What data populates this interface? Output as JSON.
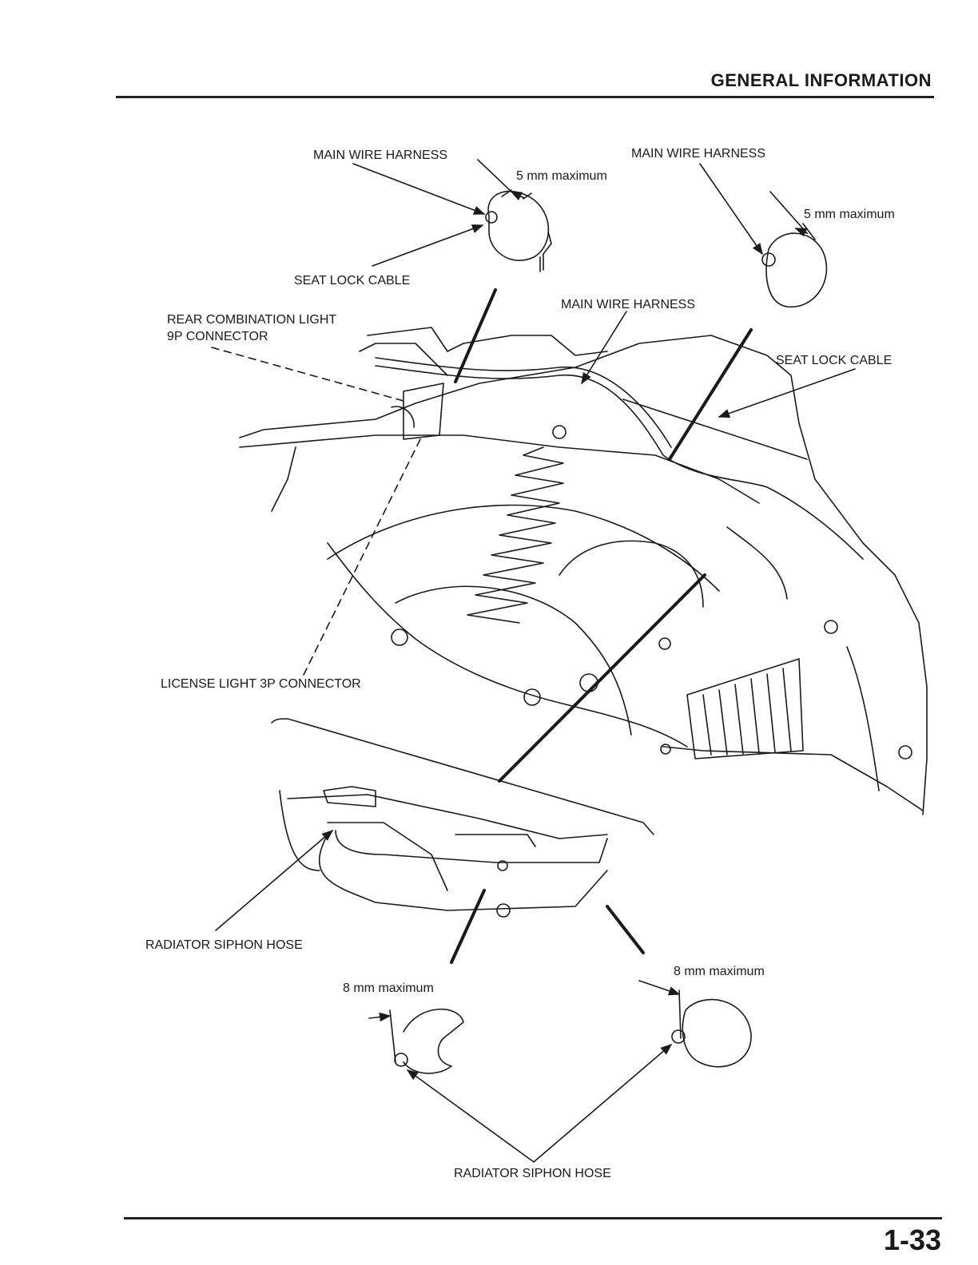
{
  "header": {
    "section_title": "GENERAL INFORMATION"
  },
  "labels": {
    "main_wire_harness_1": "MAIN WIRE HARNESS",
    "main_wire_harness_2": "MAIN WIRE HARNESS",
    "main_wire_harness_3": "MAIN WIRE HARNESS",
    "five_mm_max_1": "5 mm maximum",
    "five_mm_max_2": "5 mm maximum",
    "seat_lock_cable_1": "SEAT LOCK CABLE",
    "seat_lock_cable_2": "SEAT LOCK CABLE",
    "rear_combination_light_line1": "REAR COMBINATION LIGHT",
    "rear_combination_light_line2": "9P CONNECTOR",
    "license_light_connector": "LICENSE LIGHT 3P CONNECTOR",
    "radiator_siphon_hose_1": "RADIATOR SIPHON HOSE",
    "radiator_siphon_hose_2": "RADIATOR SIPHON HOSE",
    "eight_mm_max_1": "8 mm maximum",
    "eight_mm_max_2": "8 mm maximum"
  },
  "footer": {
    "page_number": "1-33"
  }
}
